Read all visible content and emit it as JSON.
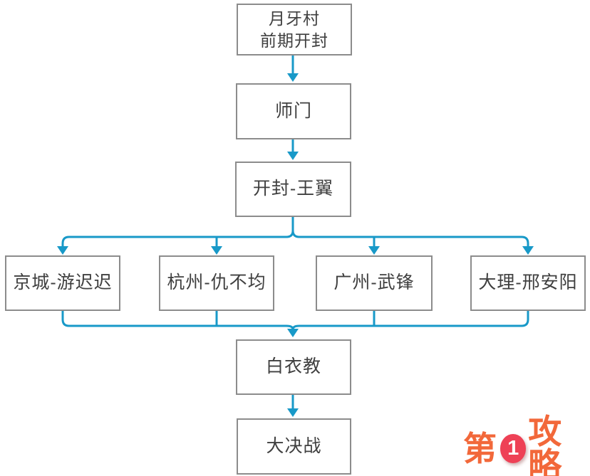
{
  "diagram": {
    "type": "flowchart",
    "connector_color": "#1899c8",
    "box_border_color": "#8c8c8c",
    "box_fill_color": "#ffffff",
    "label_color": "#3f3f3f",
    "nodes": {
      "start": {
        "line1": "月牙村",
        "line2": "前期开封"
      },
      "shimen": {
        "label": "师门"
      },
      "kaifeng_wangyi": {
        "label": "开封-王翼"
      },
      "branch_jingcheng": {
        "label": "京城-游迟迟"
      },
      "branch_hangzhou": {
        "label": "杭州-仇不均"
      },
      "branch_guangzhou": {
        "label": "广州-武锋"
      },
      "branch_dali": {
        "label": "大理-邢安阳"
      },
      "baiyijiao": {
        "label": "白衣教"
      },
      "dajuezhan": {
        "label": "大决战"
      }
    }
  },
  "watermark": {
    "char_before_badge": "第",
    "badge_number": "1",
    "chars_after_badge": "攻略",
    "text_color": "#f2683a",
    "badge_color": "#ee4156",
    "badge_number_color": "#ffffff"
  }
}
